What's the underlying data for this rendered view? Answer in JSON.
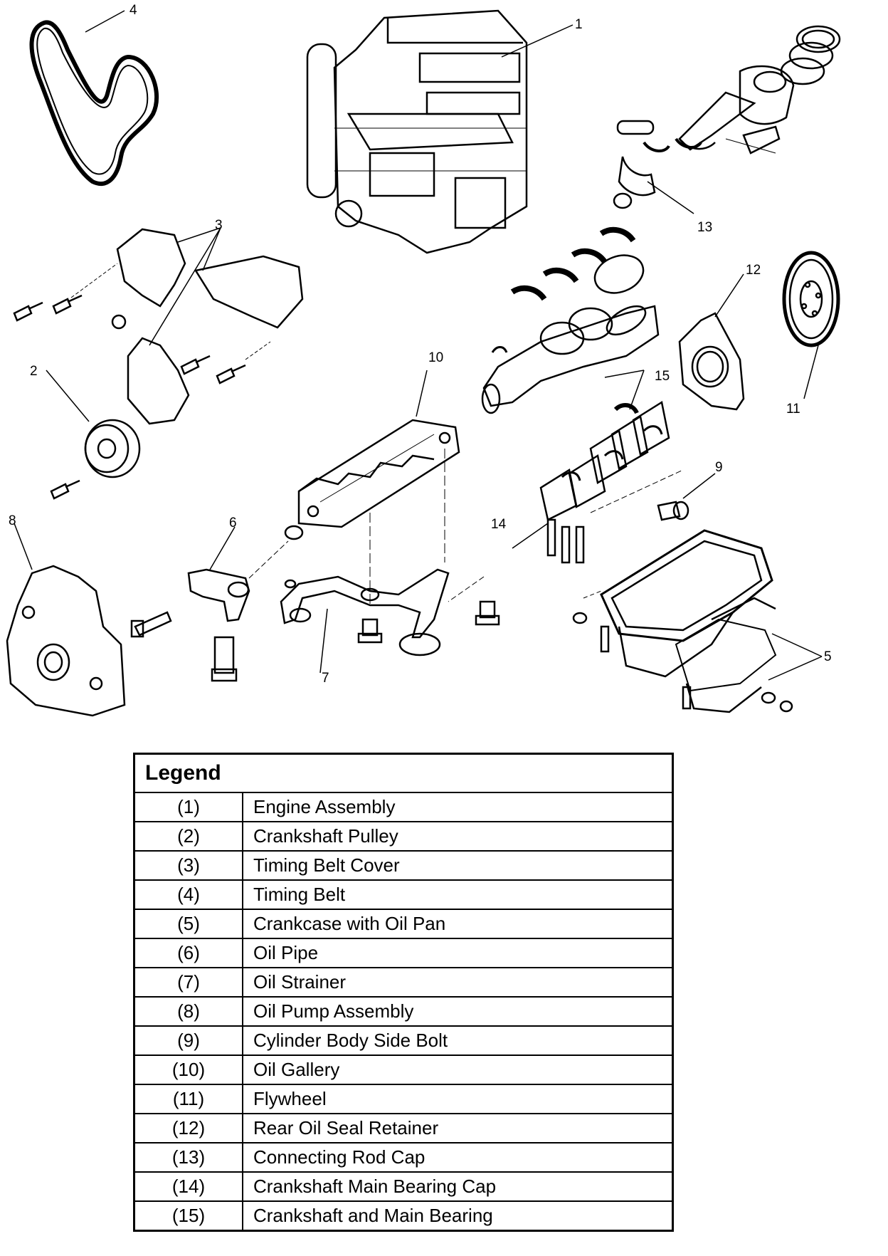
{
  "callouts": [
    "1",
    "2",
    "3",
    "4",
    "5",
    "6",
    "7",
    "8",
    "9",
    "10",
    "11",
    "12",
    "13",
    "14",
    "15"
  ],
  "legend": {
    "title": "Legend",
    "rows": [
      {
        "num": "(1)",
        "name": "Engine Assembly"
      },
      {
        "num": "(2)",
        "name": "Crankshaft Pulley"
      },
      {
        "num": "(3)",
        "name": "Timing Belt Cover"
      },
      {
        "num": "(4)",
        "name": "Timing Belt"
      },
      {
        "num": "(5)",
        "name": "Crankcase with Oil Pan"
      },
      {
        "num": "(6)",
        "name": "Oil Pipe"
      },
      {
        "num": "(7)",
        "name": "Oil Strainer"
      },
      {
        "num": "(8)",
        "name": "Oil Pump Assembly"
      },
      {
        "num": "(9)",
        "name": "Cylinder Body Side Bolt"
      },
      {
        "num": "(10)",
        "name": "Oil Gallery"
      },
      {
        "num": "(11)",
        "name": "Flywheel"
      },
      {
        "num": "(12)",
        "name": "Rear Oil Seal Retainer"
      },
      {
        "num": "(13)",
        "name": "Connecting Rod Cap"
      },
      {
        "num": "(14)",
        "name": "Crankshaft Main Bearing Cap"
      },
      {
        "num": "(15)",
        "name": "Crankshaft and Main Bearing"
      }
    ]
  }
}
